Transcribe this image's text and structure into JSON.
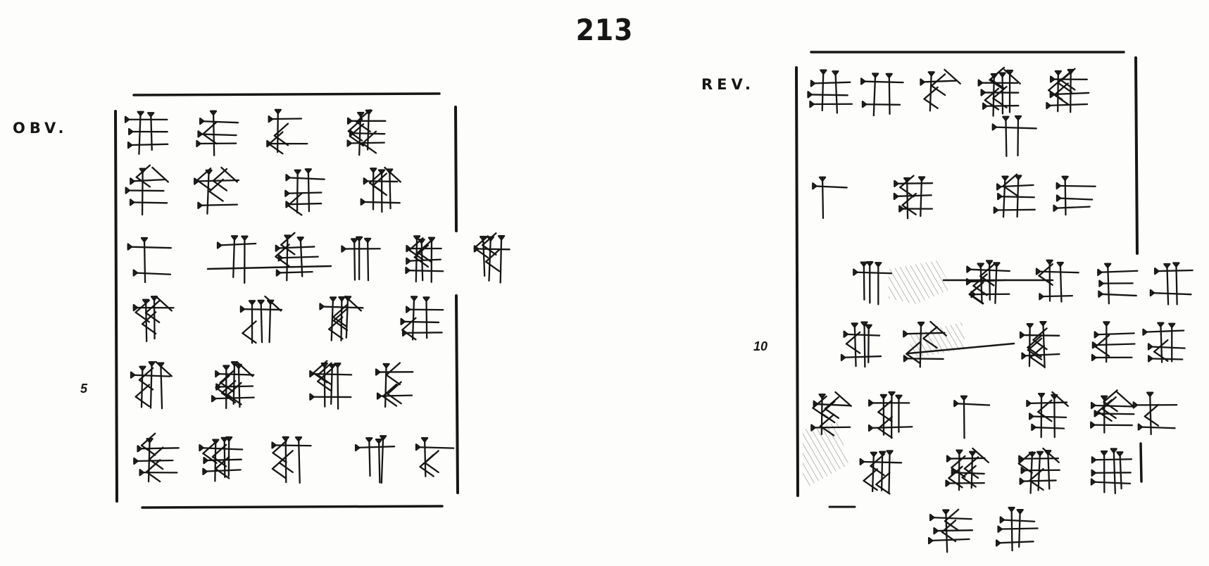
{
  "page_number": "213",
  "obverse": {
    "label": "OBV.",
    "line_number": "5"
  },
  "reverse": {
    "label": "REV.",
    "line_number": "10"
  },
  "colors": {
    "ink": "#161616",
    "paper": "#fdfdfb"
  }
}
